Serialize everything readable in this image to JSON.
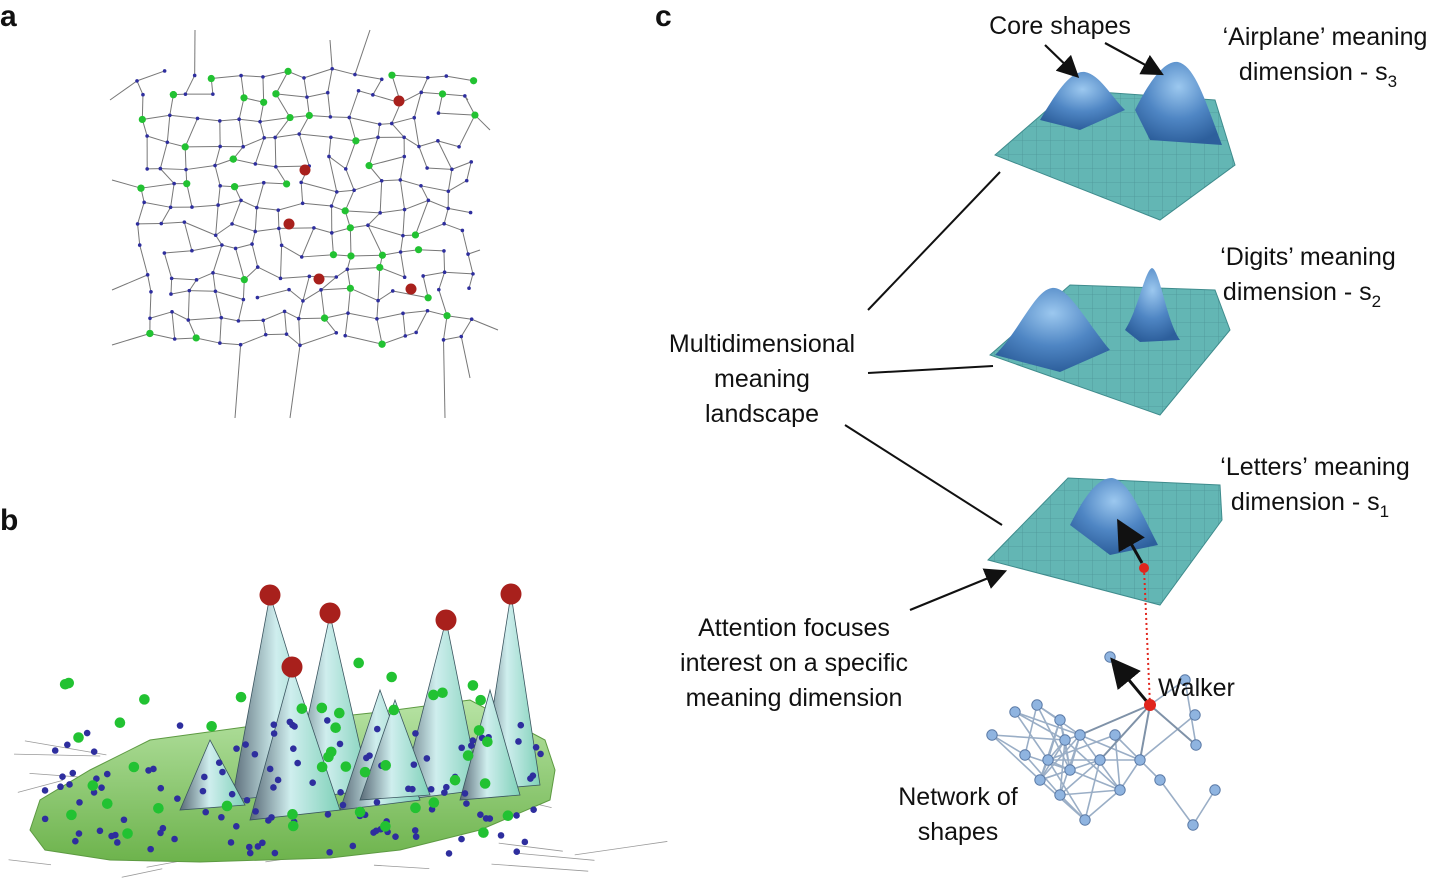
{
  "panels": {
    "a": "a",
    "b": "b",
    "c": "c"
  },
  "labels": {
    "core_shapes": "Core shapes",
    "airplane_line1": "‘Airplane’ meaning",
    "airplane_line2": "dimension - s",
    "airplane_sub": "3",
    "digits_line1": "‘Digits’ meaning",
    "digits_line2": "dimension - s",
    "digits_sub": "2",
    "letters_line1": "‘Letters’ meaning",
    "letters_line2": "dimension - s",
    "letters_sub": "1",
    "multi_line1": "Multidimensional",
    "multi_line2": "meaning",
    "multi_line3": "landscape",
    "attention_line1": "Attention focuses",
    "attention_line2": "interest on a specific",
    "attention_line3": "meaning dimension",
    "walker": "Walker",
    "network_line1": "Network of",
    "network_line2": "shapes"
  },
  "colors": {
    "network_node": "#2e2e9e",
    "special_node_green": "#22c232",
    "special_node_red": "#a8201c",
    "network_edge": "#777777",
    "surface_flat": "#63b6b4",
    "surface_peak": "#4f86c4",
    "landscape_green": "#88c96a",
    "walker": "#e0251d",
    "shape_node": "#8fb4e0"
  }
}
